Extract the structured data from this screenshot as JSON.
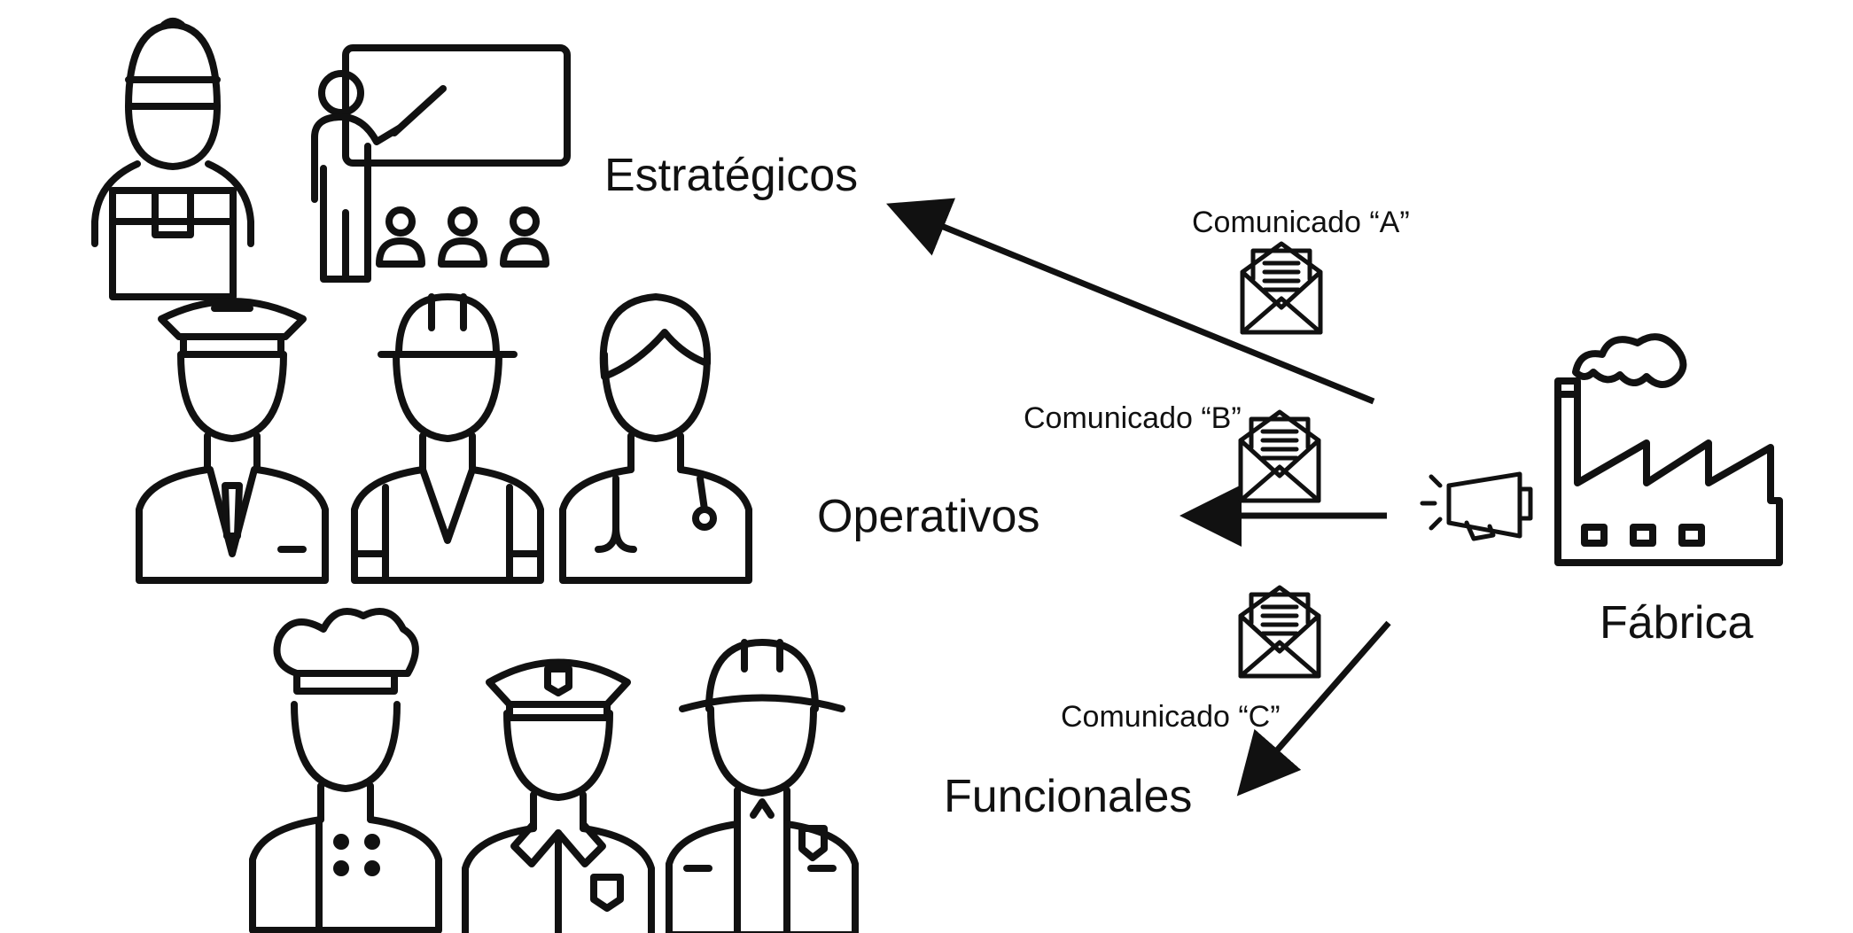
{
  "groups": {
    "strategic": "Estratégicos",
    "operative": "Operativos",
    "functional": "Funcionales"
  },
  "messages": {
    "a": "Comunicado “A”",
    "b": "Comunicado “B”",
    "c": "Comunicado “C”"
  },
  "source": "Fábrica",
  "icons": [
    "delivery-person-icon",
    "teacher-icon",
    "pilot-icon",
    "construction-worker-icon",
    "doctor-icon",
    "chef-icon",
    "police-officer-icon",
    "firefighter-icon",
    "envelope-icon",
    "megaphone-icon",
    "factory-icon"
  ],
  "colors": {
    "ink": "#111111",
    "background": "#ffffff"
  }
}
